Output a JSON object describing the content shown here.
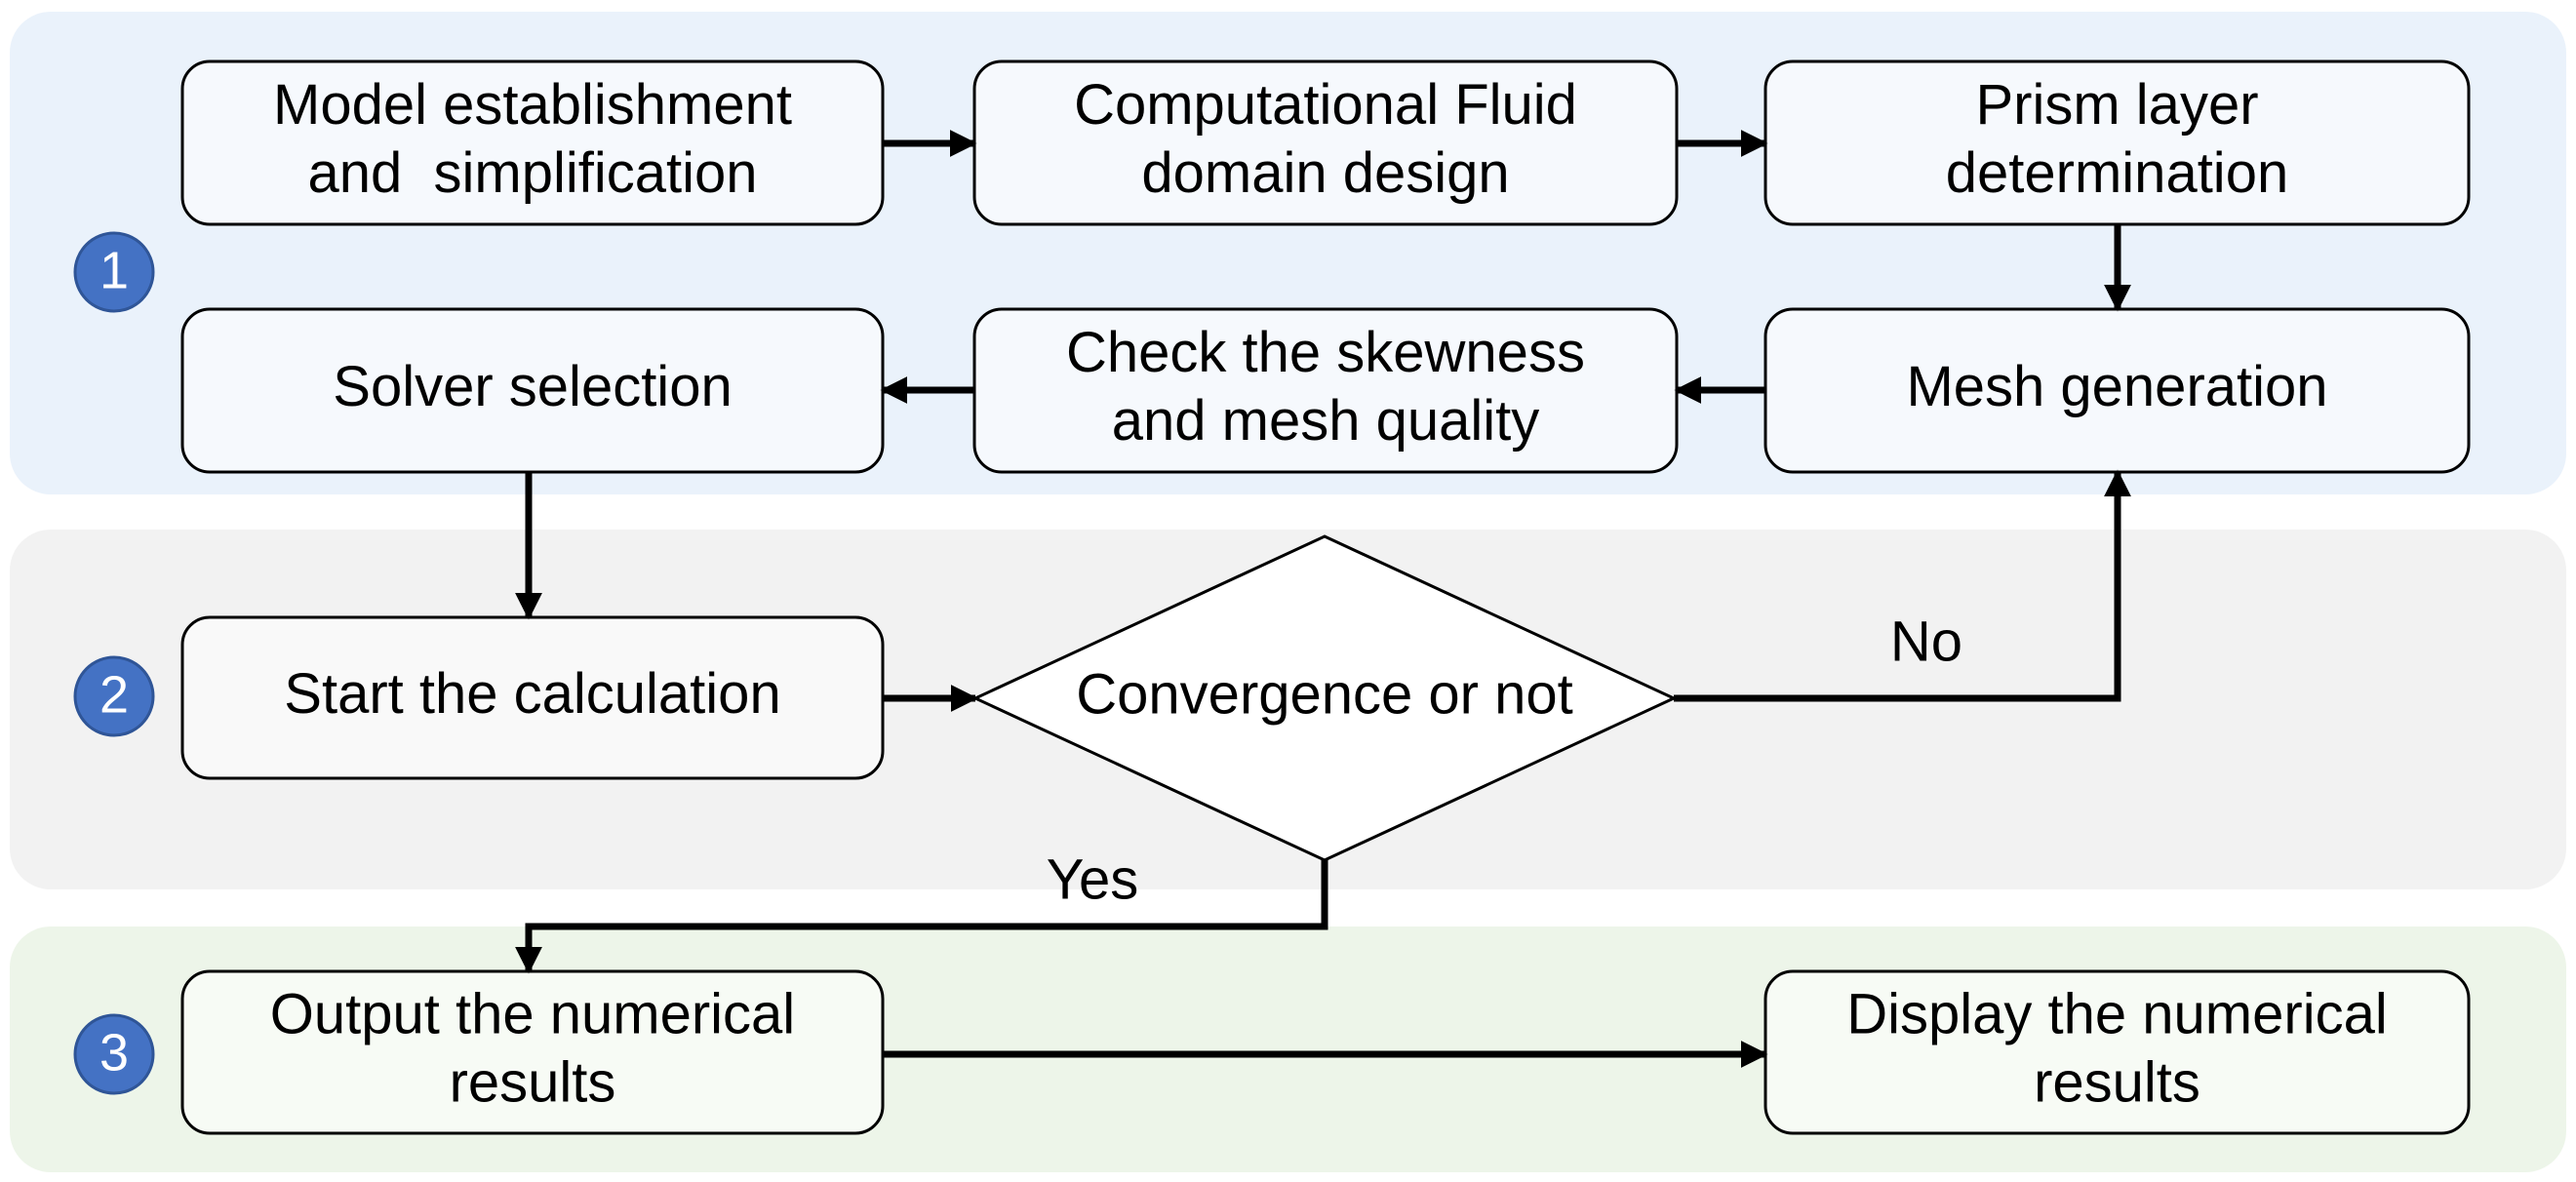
{
  "colors": {
    "stage_1_bg": "#eaf2fb",
    "stage_2_bg": "#f2f2f2",
    "stage_3_bg": "#edf5e9",
    "box_stroke": "#000000",
    "badge_fill": "#4472c4",
    "badge_stroke": "#2f5597",
    "arrow": "#000000"
  },
  "stages": [
    {
      "id": "stage-1",
      "number": "1"
    },
    {
      "id": "stage-2",
      "number": "2"
    },
    {
      "id": "stage-3",
      "number": "3"
    }
  ],
  "nodes": [
    {
      "id": "model",
      "shape": "box",
      "lines": [
        "Model establishment",
        "and  simplification"
      ]
    },
    {
      "id": "domain",
      "shape": "box",
      "lines": [
        "Computational Fluid",
        "domain design"
      ]
    },
    {
      "id": "prism",
      "shape": "box",
      "lines": [
        "Prism layer",
        "determination"
      ]
    },
    {
      "id": "mesh",
      "shape": "box",
      "lines": [
        "Mesh generation"
      ]
    },
    {
      "id": "check",
      "shape": "box",
      "lines": [
        "Check the skewness",
        "and mesh quality"
      ]
    },
    {
      "id": "solver",
      "shape": "box",
      "lines": [
        "Solver selection"
      ]
    },
    {
      "id": "start",
      "shape": "box",
      "lines": [
        "Start the calculation"
      ]
    },
    {
      "id": "convergence",
      "shape": "diamond",
      "lines": [
        "Convergence or not"
      ]
    },
    {
      "id": "output",
      "shape": "box",
      "lines": [
        "Output the numerical",
        "results"
      ]
    },
    {
      "id": "display",
      "shape": "box",
      "lines": [
        "Display the numerical",
        "results"
      ]
    }
  ],
  "edges": [
    {
      "from": "model",
      "to": "domain",
      "label": ""
    },
    {
      "from": "domain",
      "to": "prism",
      "label": ""
    },
    {
      "from": "prism",
      "to": "mesh",
      "label": ""
    },
    {
      "from": "mesh",
      "to": "check",
      "label": ""
    },
    {
      "from": "check",
      "to": "solver",
      "label": ""
    },
    {
      "from": "solver",
      "to": "start",
      "label": ""
    },
    {
      "from": "start",
      "to": "convergence",
      "label": ""
    },
    {
      "from": "convergence",
      "to": "mesh",
      "label": "No"
    },
    {
      "from": "convergence",
      "to": "output",
      "label": "Yes"
    },
    {
      "from": "output",
      "to": "display",
      "label": ""
    }
  ]
}
